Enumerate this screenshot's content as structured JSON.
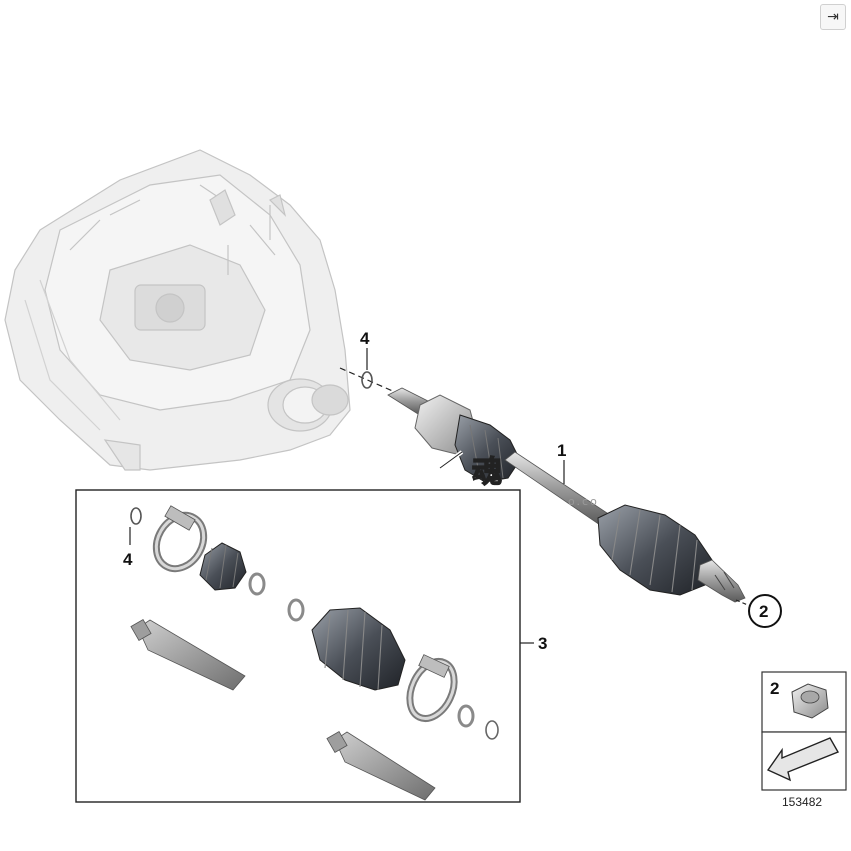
{
  "toolbar": {
    "collapse_icon": "⇥"
  },
  "diagram": {
    "callouts": {
      "driveshaft": "1",
      "nut": "2",
      "repair_kit": "3",
      "circlip_main": "4",
      "circlip_kit": "4",
      "legend_nut": "2"
    },
    "diagram_number": "153482"
  },
  "watermark": {
    "glyph": "魂",
    "domain": "o.co"
  }
}
